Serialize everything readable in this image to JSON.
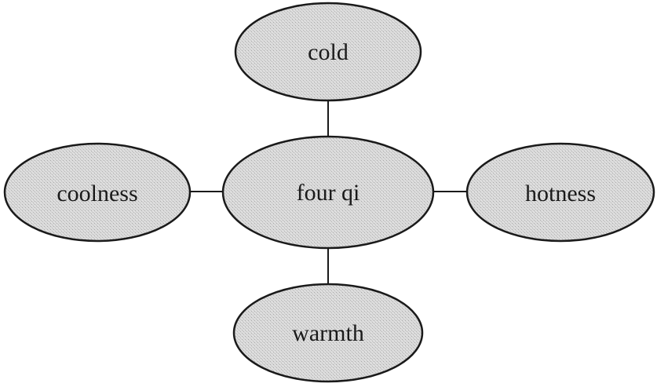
{
  "diagram": {
    "center": {
      "label": "four qi"
    },
    "top": {
      "label": "cold"
    },
    "left": {
      "label": "coolness"
    },
    "right": {
      "label": "hotness"
    },
    "bottom": {
      "label": "warmth"
    }
  },
  "colors": {
    "fill": "#d6d6d6",
    "stroke": "#1a1a1a",
    "background": "#ffffff"
  }
}
